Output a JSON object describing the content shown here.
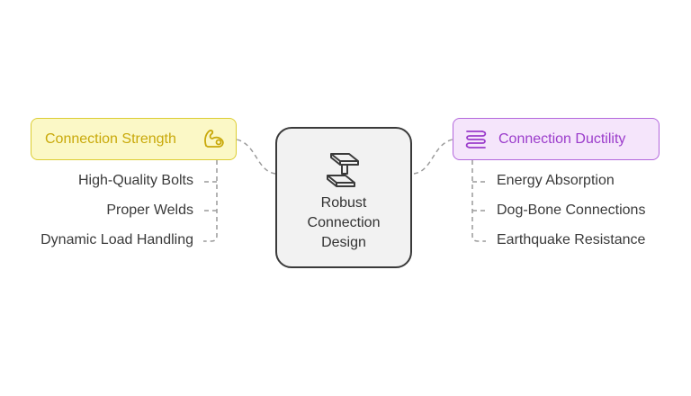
{
  "center": {
    "lines": [
      "Robust",
      "Connection",
      "Design"
    ],
    "icon": "steel-beam-icon"
  },
  "left_branch": {
    "label": "Connection Strength",
    "icon": "flexed-arm-icon",
    "colors": {
      "border": "#dccd32",
      "fill": "#fbf8c6",
      "text": "#c9a90a"
    },
    "items": [
      "High-Quality Bolts",
      "Proper Welds",
      "Dynamic Load Handling"
    ]
  },
  "right_branch": {
    "label": "Connection Ductility",
    "icon": "spring-icon",
    "colors": {
      "border": "#b367dc",
      "fill": "#f5e5fb",
      "text": "#9b3ccb"
    },
    "items": [
      "Energy Absorption",
      "Dog-Bone Connections",
      "Earthquake Resistance"
    ]
  }
}
